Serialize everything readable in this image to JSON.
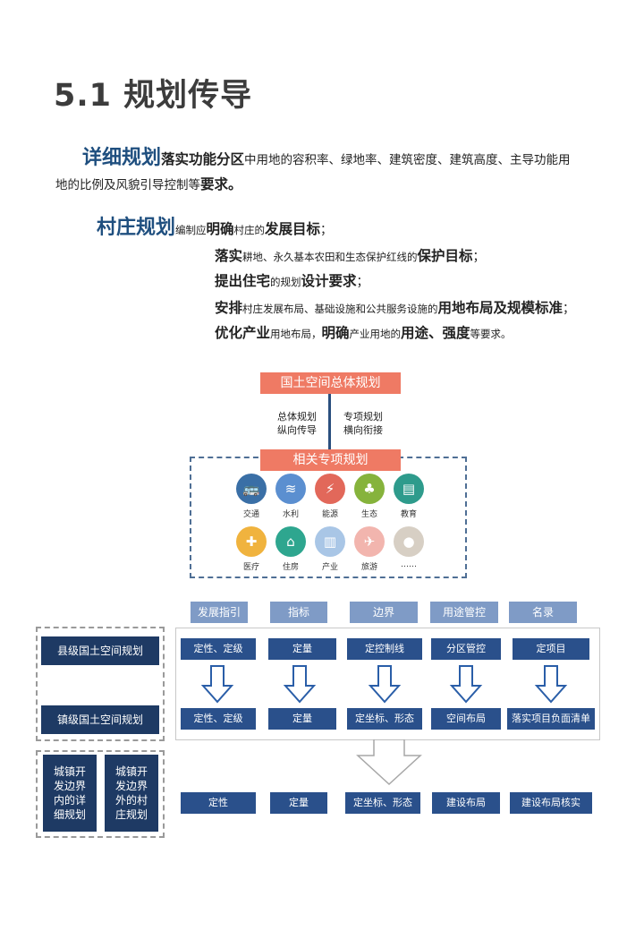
{
  "title": "5.1 规划传导",
  "detail": {
    "lead": "详细规划",
    "b1": "落实功能分区",
    "t1": "中用地的容积率、绿地率、建筑密度、建筑高度、主导功能用",
    "t2": "地的比例及风貌引导控制等",
    "b2": "要求。"
  },
  "village": {
    "lead": "村庄规划",
    "t0a": "编制应",
    "b0a": "明确",
    "t0b": "村庄的",
    "b0b": "发展目标",
    "t0c": "；",
    "l1b": "落实",
    "l1t": "耕地、永久基本农田和生态保护红线的",
    "l1b2": "保护目标",
    "l1e": "；",
    "l2b": "提出住宅",
    "l2t": "的规划",
    "l2b2": "设计要求",
    "l2e": "；",
    "l3b": "安排",
    "l3t": "村庄发展布局、基础设施和公共服务设施的",
    "l3b2": "用地布局及规模标准",
    "l3e": "；",
    "l4b": "优化产业",
    "l4t": "用地布局，",
    "l4b2": "明确",
    "l4t2": "产业用地的",
    "l4b3": "用途、强度",
    "l4e": "等要求。"
  },
  "diagram": {
    "top_box": "国土空间总体规划",
    "left_note_1": "总体规划",
    "left_note_2": "纵向传导",
    "right_note_1": "专项规划",
    "right_note_2": "横向衔接",
    "special_box": "相关专项规划",
    "icons": [
      {
        "label": "交通",
        "icon": "traffic-icon",
        "color": "#3a6fa6"
      },
      {
        "label": "水利",
        "icon": "water-icon",
        "color": "#5b8fd0"
      },
      {
        "label": "能源",
        "icon": "energy-icon",
        "color": "#e2685a"
      },
      {
        "label": "生态",
        "icon": "ecology-icon",
        "color": "#86b33c"
      },
      {
        "label": "教育",
        "icon": "education-icon",
        "color": "#2e9b8c"
      },
      {
        "label": "医疗",
        "icon": "medical-icon",
        "color": "#f0b33e"
      },
      {
        "label": "住房",
        "icon": "housing-icon",
        "color": "#2ea68f"
      },
      {
        "label": "产业",
        "icon": "industry-icon",
        "color": "#a9c6e6"
      },
      {
        "label": "旅游",
        "icon": "tourism-icon",
        "color": "#f2b5ae"
      },
      {
        "label": "……",
        "icon": "more-icon",
        "color": "#d7cfc4"
      }
    ],
    "categories": [
      "发展指引",
      "指标",
      "边界",
      "用途管控",
      "名录"
    ],
    "county": "县级国土空间规划",
    "town": "镇级国土空间规划",
    "county_row": [
      "定性、定级",
      "定量",
      "定控制线",
      "分区管控",
      "定项目"
    ],
    "town_row": [
      "定性、定级",
      "定量",
      "定坐标、形态",
      "空间布局",
      "落实项目负面清单"
    ],
    "inner_plan": "城镇开发边界内的详细规划",
    "outer_plan": "城镇开发边界外的村庄规划",
    "detail_row": [
      "定性",
      "定量",
      "定坐标、形态",
      "建设布局",
      "建设布局核实"
    ]
  }
}
